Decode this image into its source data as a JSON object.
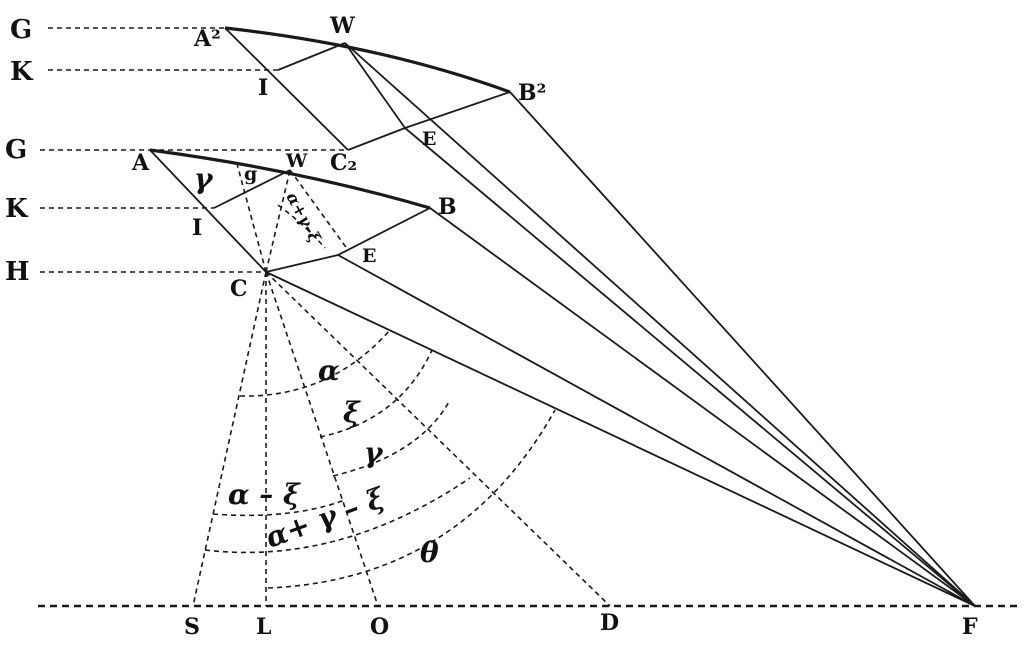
{
  "labels": {
    "G_top": "G",
    "K_top": "K",
    "G_mid": "G",
    "K_mid": "K",
    "H": "H",
    "A2": "A²",
    "W_top": "W",
    "I_top": "I",
    "B2": "B²",
    "E_top": "E",
    "A": "A",
    "g": "g",
    "W_mid": "W",
    "C2": "C₂",
    "I_mid": "I",
    "B": "B",
    "E_mid": "E",
    "C": "C",
    "S": "S",
    "L": "L",
    "O": "O",
    "D": "D",
    "F": "F"
  },
  "angles": {
    "gamma_top": "γ",
    "alpha_gamma_xi_small": "α+γ–ξ",
    "alpha": "α",
    "xi": "ξ",
    "gamma": "γ",
    "alpha_minus_xi": "α – ξ",
    "alpha_plus_gamma_minus_xi": "α+ γ – ξ",
    "theta": "θ"
  }
}
